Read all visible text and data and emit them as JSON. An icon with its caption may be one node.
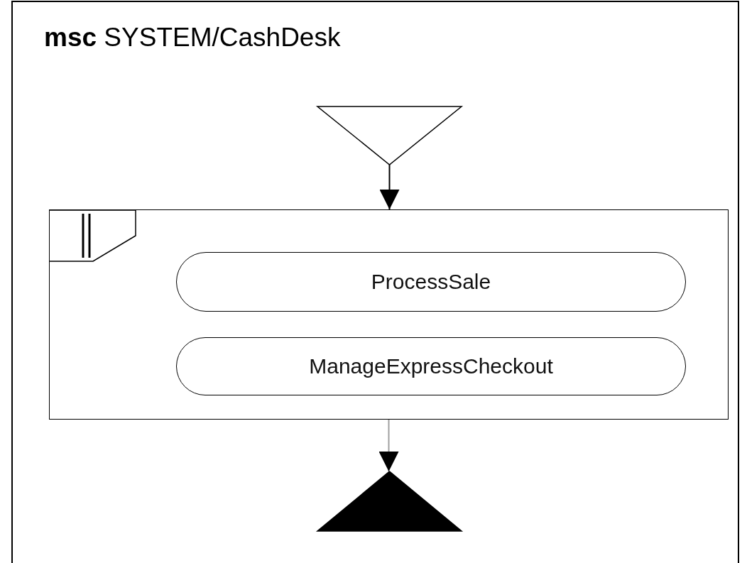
{
  "diagram": {
    "title": "**msc** SYSTEM/CashDesk",
    "nodes": [
      {
        "text": [],
        "shape": "triangle"
      },
      {
        "text": [],
        "shape": "box"
      },
      {
        "text": [
          "ProcessSale"
        ],
        "in": 1
      },
      {
        "text": [
          "ManageExpressCheckout"
        ],
        "in": 1
      },
      {
        "text": [],
        "shape": "triangle"
      }
    ],
    "edges": [
      {
        "from": 0,
        "to": 1,
        "arrow": "to"
      },
      {
        "from": 1,
        "to": 4,
        "arrow": "to",
        "color": "#a0a0a0"
      }
    ]
  }
}
